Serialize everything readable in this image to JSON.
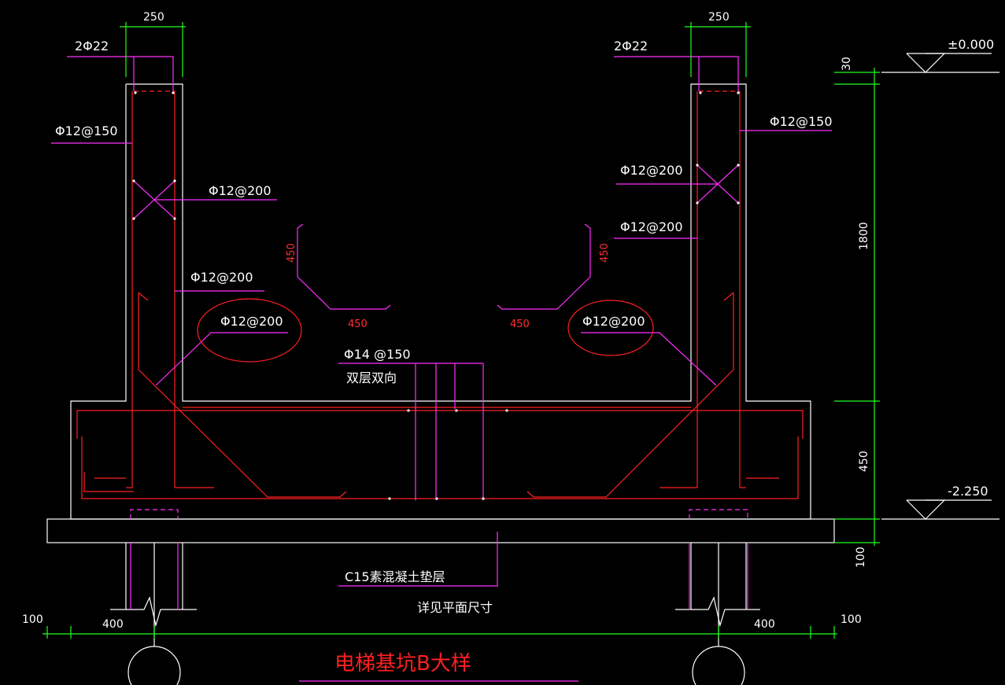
{
  "title": "电梯基坑B大样",
  "levels": {
    "top": "±0.000",
    "bottom": "-2.250"
  },
  "dims": {
    "top_left_width": "250",
    "top_right_width": "250",
    "cover_30": "30",
    "wall_height": "1800",
    "slab_thickness": "450",
    "bed_thickness": "100",
    "bottom_left_edge": "100",
    "bottom_left_pile": "400",
    "bottom_right_pile": "400",
    "bottom_right_edge": "100",
    "haunch_left_v": "450",
    "haunch_left_h": "450",
    "haunch_right_v": "450",
    "haunch_right_h": "450"
  },
  "rebar": {
    "top_left": "2Φ22",
    "top_right": "2Φ22",
    "left_wall_outer": "Φ12@150",
    "right_wall_outer": "Φ12@150",
    "left_wall_tie": "Φ12@200",
    "right_wall_tie": "Φ12@200",
    "left_wall_inner": "Φ12@200",
    "right_wall_inner": "Φ12@200",
    "left_diag": "Φ12@200",
    "right_diag": "Φ12@200",
    "slab": "Φ14 @150",
    "slab_note": "双层双向"
  },
  "notes": {
    "bedding": "C15素混凝土垫层",
    "plan_ref": "详见平面尺寸"
  }
}
